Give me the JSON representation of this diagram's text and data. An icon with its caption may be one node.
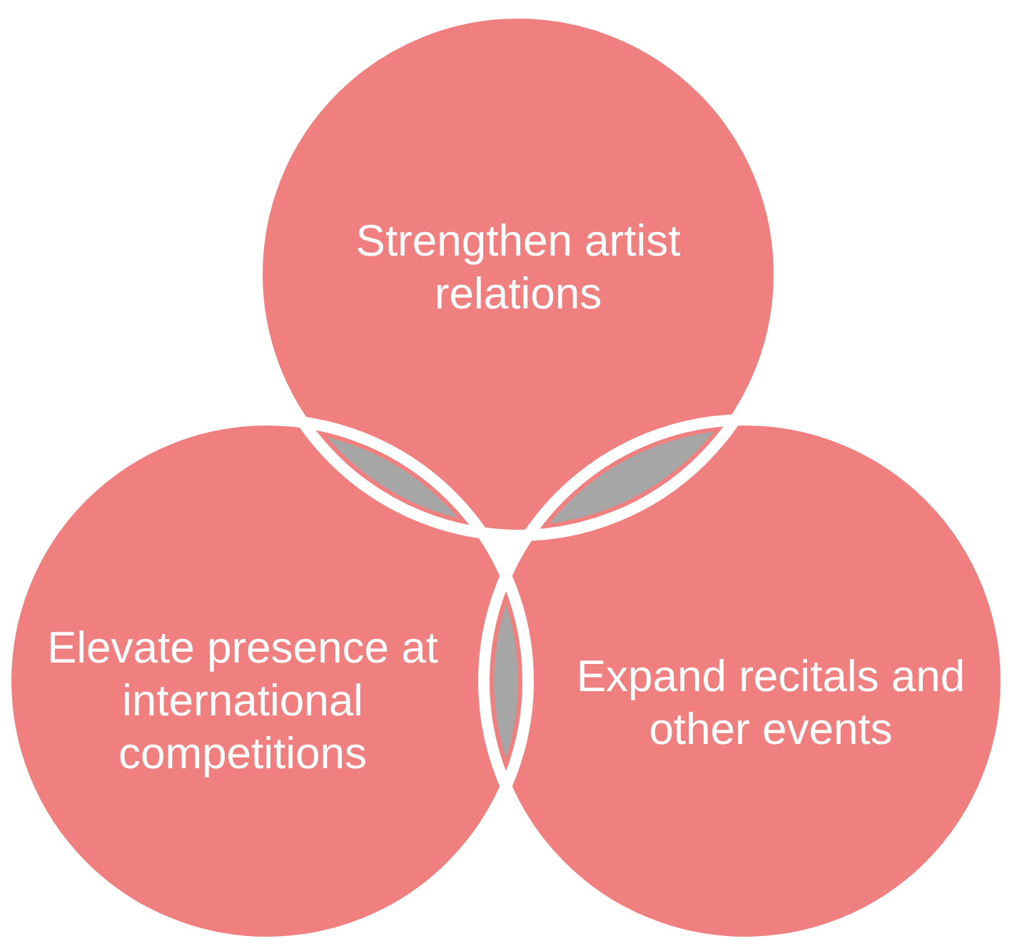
{
  "diagram": {
    "nodes": [
      {
        "text": [
          "Strengthen artist relations"
        ]
      },
      {
        "text": [
          "Elevate presence at international competitions"
        ]
      },
      {
        "text": [
          "Expand recitals and other events"
        ]
      }
    ]
  }
}
